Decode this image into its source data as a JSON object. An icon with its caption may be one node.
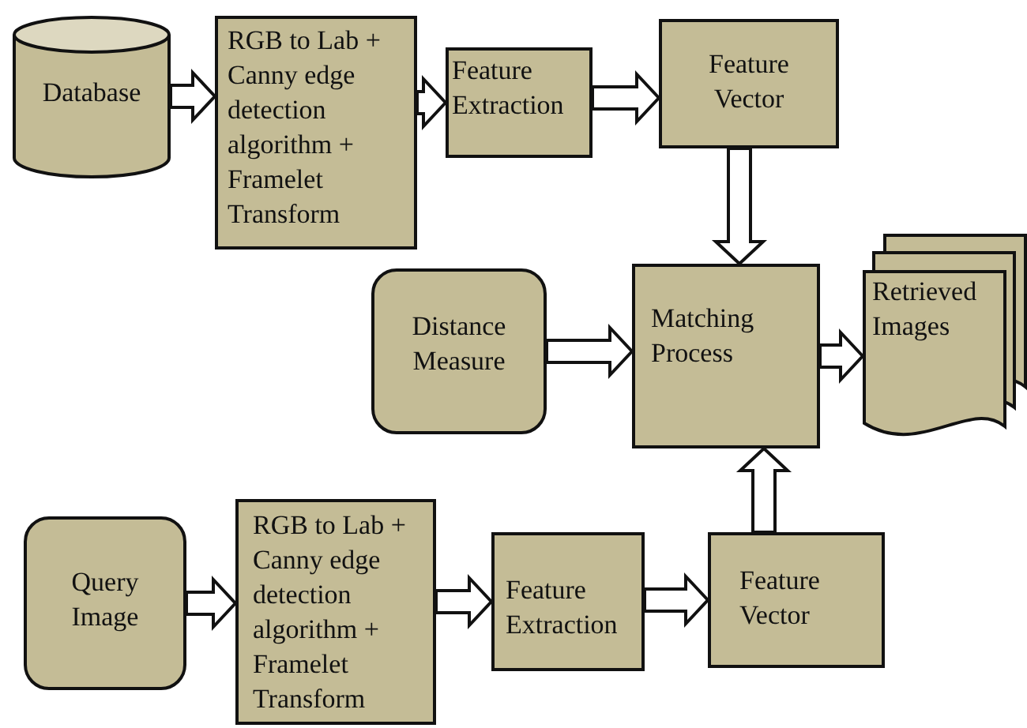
{
  "diagram": {
    "nodes": [
      {
        "text": [
          "Database"
        ]
      },
      {
        "text": [
          "RGB to Lab + Canny edge detection algorithm + Framelet Transform"
        ]
      },
      {
        "text": [
          "Feature Extraction"
        ]
      },
      {
        "text": [
          "Feature Vector"
        ]
      },
      {
        "text": [
          "Distance Measure"
        ]
      },
      {
        "text": [
          "Matching Process"
        ]
      },
      {
        "text": [
          "Retrieved Images"
        ]
      },
      {
        "text": [
          "Query Image"
        ]
      },
      {
        "text": [
          "RGB to Lab + Canny edge detection algorithm + Framelet Transform"
        ]
      },
      {
        "text": [
          "Feature Extraction"
        ]
      },
      {
        "text": [
          "Feature Vector"
        ]
      }
    ],
    "edges": [
      {
        "from": 0,
        "to": 1,
        "arrow": "to"
      },
      {
        "from": 1,
        "to": 2,
        "arrow": "to"
      },
      {
        "from": 2,
        "to": 3,
        "arrow": "to"
      },
      {
        "from": 3,
        "to": 5,
        "arrow": "to"
      },
      {
        "from": 4,
        "to": 5,
        "arrow": "to"
      },
      {
        "from": 5,
        "to": 6,
        "arrow": "to"
      },
      {
        "from": 7,
        "to": 8,
        "arrow": "to"
      },
      {
        "from": 8,
        "to": 9,
        "arrow": "to"
      },
      {
        "from": 9,
        "to": 10,
        "arrow": "to"
      },
      {
        "from": 10,
        "to": 5,
        "arrow": "to"
      }
    ]
  }
}
